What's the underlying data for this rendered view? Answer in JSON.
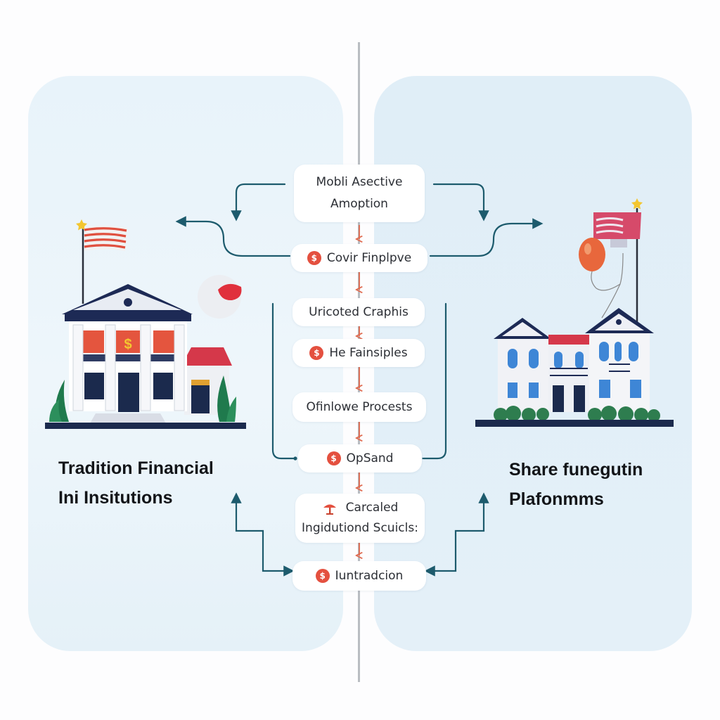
{
  "left_panel": {
    "title_line1": "Tradition Financial",
    "title_line2": "Ini Insitutions",
    "illustration": "bank-building-icon"
  },
  "right_panel": {
    "title_line1": "Share funegutin",
    "title_line2": "Plafonmms",
    "illustration": "platform-building-icon"
  },
  "flow": {
    "step1_line1": "Mobli Asective",
    "step1_line2": "Amoption",
    "step2": "Covir Finplpve",
    "step3": "Uricoted Craphis",
    "step4": "He Fainsiples",
    "step5": "Ofinlowe Procests",
    "step6": "OpSand",
    "step7_line1": "Carcaled",
    "step7_line2": "Ingidutiond Scuicls:",
    "step8": "Iuntradcion",
    "badge_symbol": "$"
  },
  "colors": {
    "connector": "#1d5b6d",
    "arrow": "#e06a4f",
    "badge": "#e4503f",
    "panel_left": "#e8f3fa",
    "panel_right": "#e0eef7"
  }
}
